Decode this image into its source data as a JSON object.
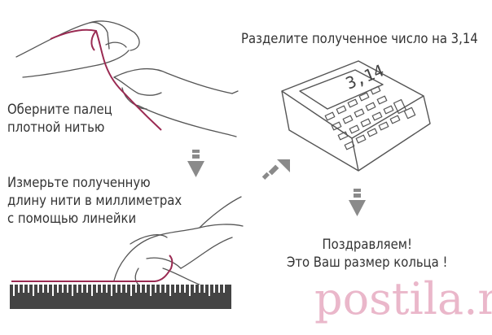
{
  "steps": [
    {
      "lines": [
        "Оберните палец",
        "плотной нитью"
      ]
    },
    {
      "lines": [
        "Измерьте полученную",
        "длину нити в миллиметрах",
        "с помощью линейки"
      ]
    },
    {
      "lines": [
        "Разделите полученное число на 3,14"
      ]
    },
    {
      "lines": [
        "Поздравляем!",
        "Это Ваш размер кольца !"
      ]
    }
  ],
  "calculator": {
    "display": "3,14"
  },
  "watermark": "postila.ru",
  "colors": {
    "thread": "#9a2a52",
    "ink": "#444444",
    "arrow": "#8a8a8a",
    "watermark": "#c4346b"
  }
}
